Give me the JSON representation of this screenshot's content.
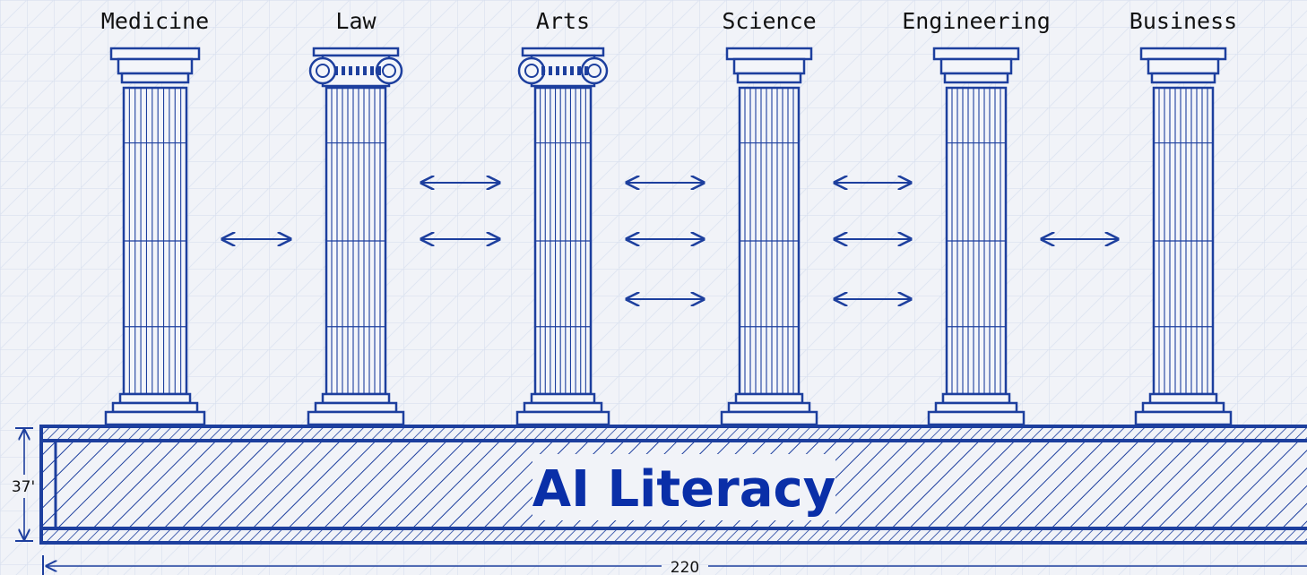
{
  "pillars": [
    {
      "label": "Medicine",
      "capital": "doric"
    },
    {
      "label": "Law",
      "capital": "ionic"
    },
    {
      "label": "Arts",
      "capital": "ionic"
    },
    {
      "label": "Science",
      "capital": "doric"
    },
    {
      "label": "Engineering",
      "capital": "doric"
    },
    {
      "label": "Business",
      "capital": "doric"
    }
  ],
  "connections": [
    {
      "from": "Medicine",
      "to": "Law",
      "count": 1
    },
    {
      "from": "Law",
      "to": "Arts",
      "count": 2
    },
    {
      "from": "Arts",
      "to": "Science",
      "count": 3
    },
    {
      "from": "Science",
      "to": "Engineering",
      "count": 3
    },
    {
      "from": "Engineering",
      "to": "Business",
      "count": 1
    }
  ],
  "foundation": {
    "label": "AI Literacy"
  },
  "dimensions": {
    "height_label": "37'",
    "width_label": "220"
  },
  "colors": {
    "ink": "#1d3f9e",
    "accent": "#0a2fa8",
    "grid": "#c9d2e6",
    "background": "#f1f3f8"
  }
}
